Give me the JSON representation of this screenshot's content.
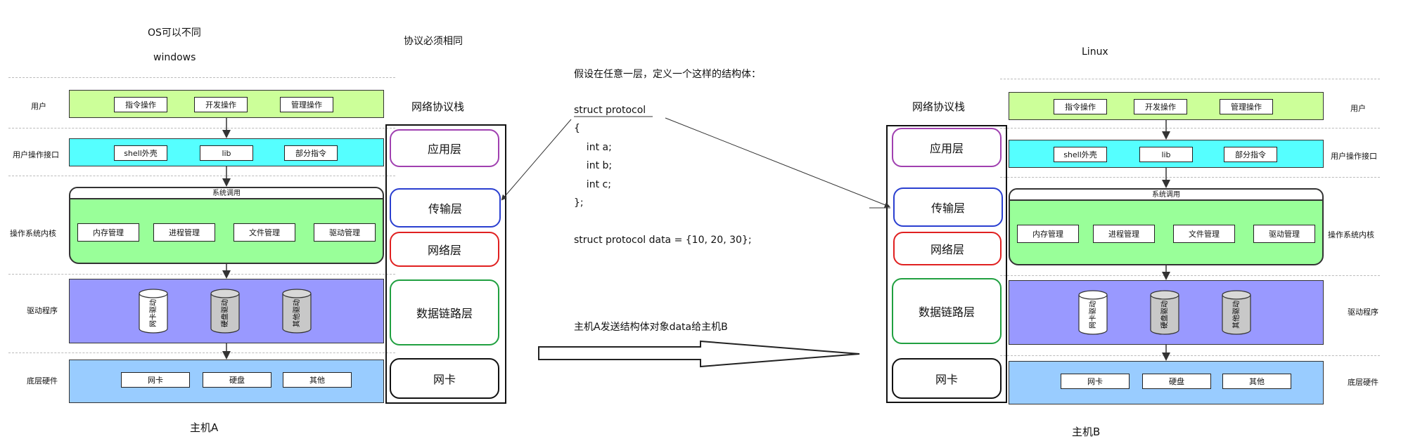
{
  "hostA": {
    "os_note": "OS可以不同",
    "os_name": "windows",
    "host_label": "主机A",
    "rows": {
      "user": {
        "label": "用户",
        "boxes": [
          "指令操作",
          "开发操作",
          "管理操作"
        ]
      },
      "interface": {
        "label": "用户操作接口",
        "boxes": [
          "shell外壳",
          "lib",
          "部分指令"
        ]
      },
      "kernel": {
        "label": "操作系统内核",
        "header": "系统调用",
        "boxes": [
          "内存管理",
          "进程管理",
          "文件管理",
          "驱动管理"
        ]
      },
      "drivers": {
        "label": "驱动程序",
        "cylinders": [
          "网卡驱动",
          "硬盘驱动",
          "其他驱动"
        ]
      },
      "hardware": {
        "label": "底层硬件",
        "boxes": [
          "网卡",
          "硬盘",
          "其他"
        ]
      }
    },
    "stack": {
      "title": "网络协议栈",
      "layers": [
        "应用层",
        "传输层",
        "网络层",
        "数据链路层",
        "网卡"
      ]
    }
  },
  "protocol_note": "协议必须相同",
  "center": {
    "intro": "假设在任意一层，定义一个这样的结构体：",
    "code_lines": [
      "struct protocol",
      "{",
      "    int a;",
      "    int b;",
      "    int c;",
      "};",
      "",
      "struct protocol data = {10, 20, 30};"
    ],
    "send_text": "主机A发送结构体对象data给主机B"
  },
  "hostB": {
    "os_name": "Linux",
    "host_label": "主机B",
    "rows": {
      "user": {
        "label": "用户",
        "boxes": [
          "指令操作",
          "开发操作",
          "管理操作"
        ]
      },
      "interface": {
        "label": "用户操作接口",
        "boxes": [
          "shell外壳",
          "lib",
          "部分指令"
        ]
      },
      "kernel": {
        "label": "操作系统内核",
        "header": "系统调用",
        "boxes": [
          "内存管理",
          "进程管理",
          "文件管理",
          "驱动管理"
        ]
      },
      "drivers": {
        "label": "驱动程序",
        "cylinders": [
          "网卡驱动",
          "硬盘驱动",
          "其他驱动"
        ]
      },
      "hardware": {
        "label": "底层硬件",
        "boxes": [
          "网卡",
          "硬盘",
          "其他"
        ]
      }
    },
    "stack": {
      "title": "网络协议栈",
      "layers": [
        "应用层",
        "传输层",
        "网络层",
        "数据链路层",
        "网卡"
      ]
    }
  },
  "colors": {
    "user_row": "#ccff99",
    "interface_row": "#55ffff",
    "kernel_row": "#99ff99",
    "driver_row": "#9999ff",
    "hardware_row": "#99ccff",
    "app_layer": "#a040b0",
    "transport_layer": "#2a3fd0",
    "network_layer": "#e02020",
    "datalink_layer": "#20a040",
    "nic_layer": "#111111"
  }
}
